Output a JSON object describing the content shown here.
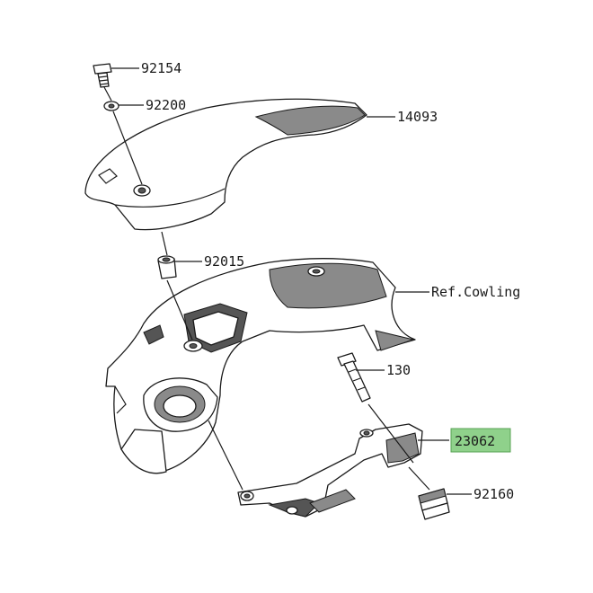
{
  "diagram": {
    "highlight_color": "#8fd18b",
    "line_color": "#1a1a1a",
    "parts": [
      {
        "number": "92154",
        "highlighted": false
      },
      {
        "number": "92200",
        "highlighted": false
      },
      {
        "number": "14093",
        "highlighted": false
      },
      {
        "number": "92015",
        "highlighted": false
      },
      {
        "number": "Ref.Cowling",
        "highlighted": false
      },
      {
        "number": "130",
        "highlighted": false
      },
      {
        "number": "23062",
        "highlighted": true
      },
      {
        "number": "92160",
        "highlighted": false
      }
    ]
  }
}
